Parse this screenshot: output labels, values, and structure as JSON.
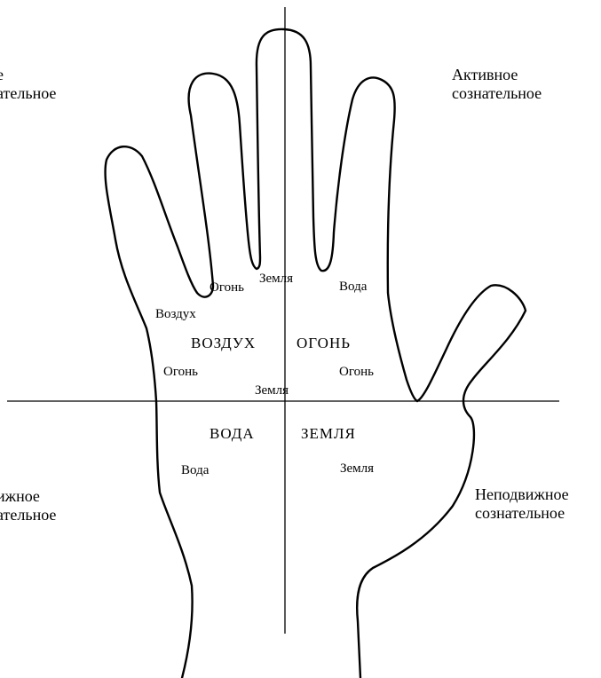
{
  "corners": {
    "top_left": [
      "е",
      "ательное"
    ],
    "top_right": [
      "Активное",
      "сознательное"
    ],
    "bottom_left": [
      "ижное",
      "ательное"
    ],
    "bottom_right": [
      "Неподвижное",
      "сознательное"
    ]
  },
  "zones": {
    "upper_left": "ВОЗДУХ",
    "upper_right": "ОГОНЬ",
    "lower_left": "ВОДА",
    "lower_right": "ЗЕМЛЯ"
  },
  "sub_labels": {
    "under_ring_finger": "Огонь",
    "between_middle_fingers": "Земля",
    "under_index_finger": "Вода",
    "left_palm_upper": "Воздух",
    "left_palm_mid": "Огонь",
    "right_palm_mid": "Огонь",
    "center_line": "Земля",
    "lower_left": "Вода",
    "lower_right": "Земля"
  }
}
